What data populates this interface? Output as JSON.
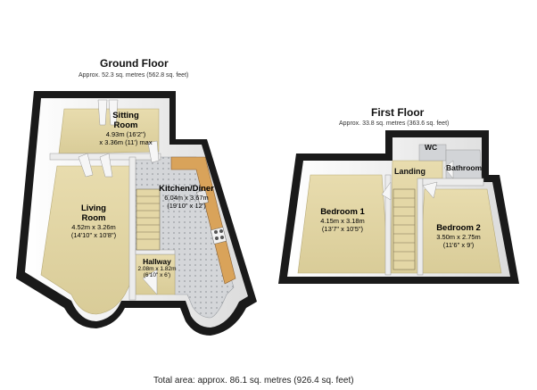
{
  "ground_floor": {
    "title": "Ground Floor",
    "area": "Approx. 52.3 sq. metres (562.8 sq. feet)",
    "rooms": [
      {
        "name": "Sitting Room",
        "dim1": "4.93m (16'2\")",
        "dim2": "x 3.36m (11') max"
      },
      {
        "name": "Living Room",
        "dim1": "4.52m x 3.26m",
        "dim2": "(14'10\" x 10'8\")"
      },
      {
        "name": "Kitchen/Diner",
        "dim1": "6.04m x 3.67m",
        "dim2": "(19'10\" x 12')"
      },
      {
        "name": "Hallway",
        "dim1": "2.08m x 1.82m",
        "dim2": "(6'10\" x 6')"
      }
    ]
  },
  "first_floor": {
    "title": "First Floor",
    "area": "Approx. 33.8 sq. metres (363.6 sq. feet)",
    "rooms": [
      {
        "name": "Bedroom 1",
        "dim1": "4.15m x 3.18m",
        "dim2": "(13'7\" x 10'5\")"
      },
      {
        "name": "Bedroom 2",
        "dim1": "3.50m x 2.75m",
        "dim2": "(11'6\" x 9')"
      },
      {
        "name": "Landing"
      },
      {
        "name": "WC"
      },
      {
        "name": "Bathroom"
      }
    ]
  },
  "total_area": "Total area: approx. 86.1 sq. metres (926.4 sq. feet)",
  "colors": {
    "wall": "#1a1a1a",
    "floor": "#e2d6a7",
    "kitchen_floor": "#cfd1d4",
    "wall_interior": "#f2f2f2"
  }
}
